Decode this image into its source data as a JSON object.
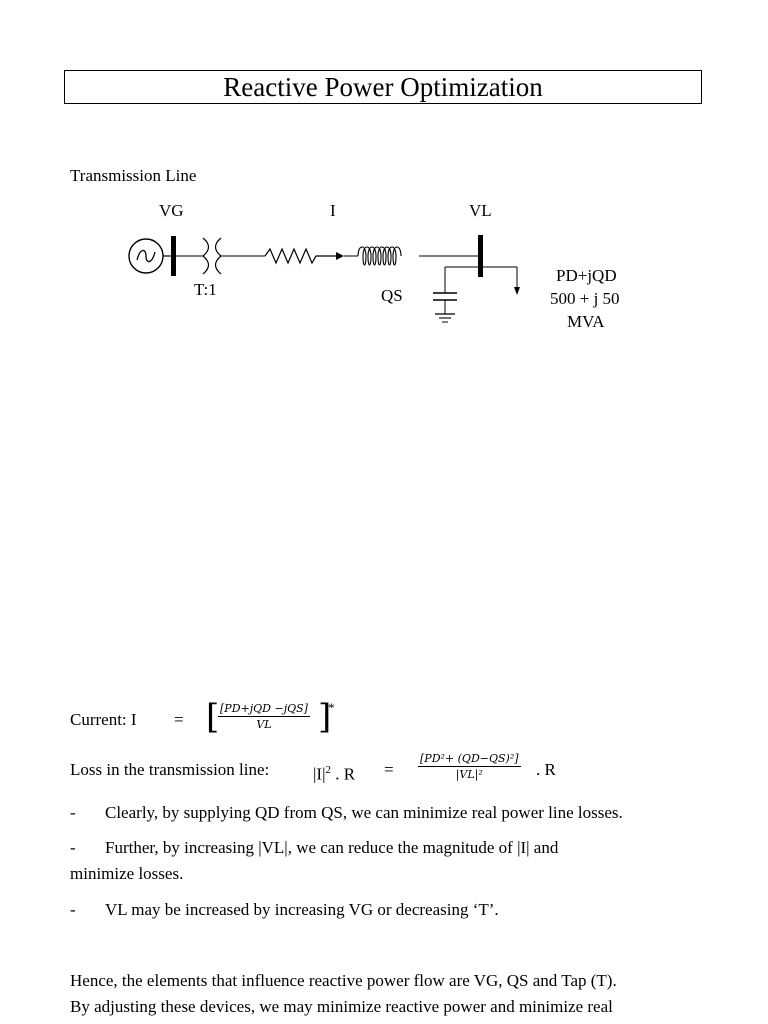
{
  "title": "Reactive Power Optimization",
  "section_label": "Transmission Line",
  "diagram": {
    "vg": "VG",
    "i": "I",
    "vl": "VL",
    "tap": "T:1",
    "qs": "QS",
    "load_line1": "PD+jQD",
    "load_line2": "500 + j 50",
    "load_line3": "MVA"
  },
  "current_eq": {
    "label": "Current: I",
    "equals": "=",
    "numerator": "[PD+jQD −jQS]",
    "denominator": "VL",
    "superscript": "*"
  },
  "loss_eq": {
    "label": "Loss in the transmission line:",
    "lhs": "|I|",
    "lhs_sup": "2",
    "lhs_tail": ". R",
    "equals": "=",
    "numerator": "[PD²+ (QD−QS)²]",
    "denominator": "|VL|²",
    "tail": ". R"
  },
  "bullets": [
    {
      "dash": "-",
      "text": "Clearly, by supplying QD from QS, we can minimize real power line losses."
    },
    {
      "dash": "-",
      "text": "Further, by increasing |VL|, we can reduce the magnitude of |I| and",
      "cont": "minimize losses."
    },
    {
      "dash": "-",
      "text": "VL may be increased by increasing VG or decreasing ‘T’."
    }
  ],
  "conclusion": {
    "line1": "Hence, the elements that influence reactive power flow are VG, QS and Tap (T).",
    "line2": "By adjusting these devices, we may minimize reactive power and minimize real"
  }
}
